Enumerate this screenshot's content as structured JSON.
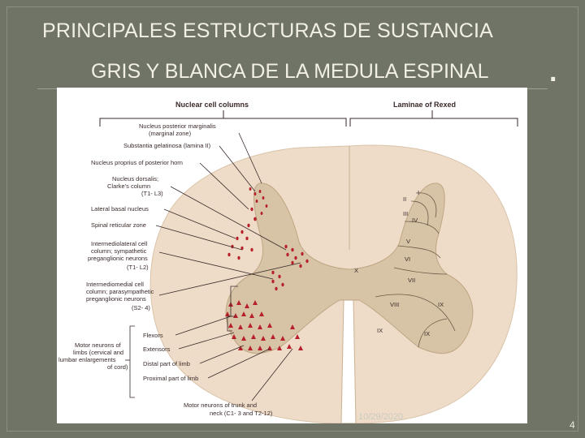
{
  "slide": {
    "title_line1": "PRINCIPALES ESTRUCTURAS DE SUSTANCIA",
    "title_line2": "GRIS Y BLANCA DE LA MEDULA ESPINAL",
    "title_period": ".",
    "date": "10/29/2020",
    "page_number": "4"
  },
  "figure": {
    "header_left": "Nuclear cell columns",
    "header_right": "Laminae of Rexed",
    "nuclei": [
      {
        "lines": [
          "Nucleus posterior marginalis",
          "(marginal zone)"
        ]
      },
      {
        "lines": [
          "Substantia gelatinosa (lamina II)"
        ]
      },
      {
        "lines": [
          "Nucleus proprius of posterior horn"
        ]
      },
      {
        "lines": [
          "Nucleus dorsalis;",
          "Clarke's column",
          "(T1- L3)"
        ]
      },
      {
        "lines": [
          "Lateral basal nucleus"
        ]
      },
      {
        "lines": [
          "Spinal reticular zone"
        ]
      },
      {
        "lines": [
          "Intermediolateral cell",
          "column; sympathetic",
          "preganglionic neurons",
          "(T1- L2)"
        ]
      },
      {
        "lines": [
          "Intermediomedial cell",
          "column; parasympathetic",
          "preganglionic neurons",
          "(S2- 4)"
        ]
      }
    ],
    "motor_label": [
      "Motor neurons of",
      "limbs (cervical and",
      "lumbar enlargements",
      "of cord)"
    ],
    "motor_groups": [
      "Flexors",
      "Extensors",
      "Distal part of limb",
      "Proximal part of limb"
    ],
    "trunk_label": [
      "Motor neurons of trunk and",
      "neck (C1- 3 and T2-12)"
    ],
    "laminae": [
      "I",
      "II",
      "III",
      "IV",
      "V",
      "VI",
      "VII",
      "VIII",
      "IX",
      "IX",
      "IX",
      "X"
    ],
    "colors": {
      "white_matter": "#eedcc8",
      "gray_matter": "#d7c3a5",
      "neurons": "#b7202b",
      "text": "#3a2a2a"
    }
  }
}
